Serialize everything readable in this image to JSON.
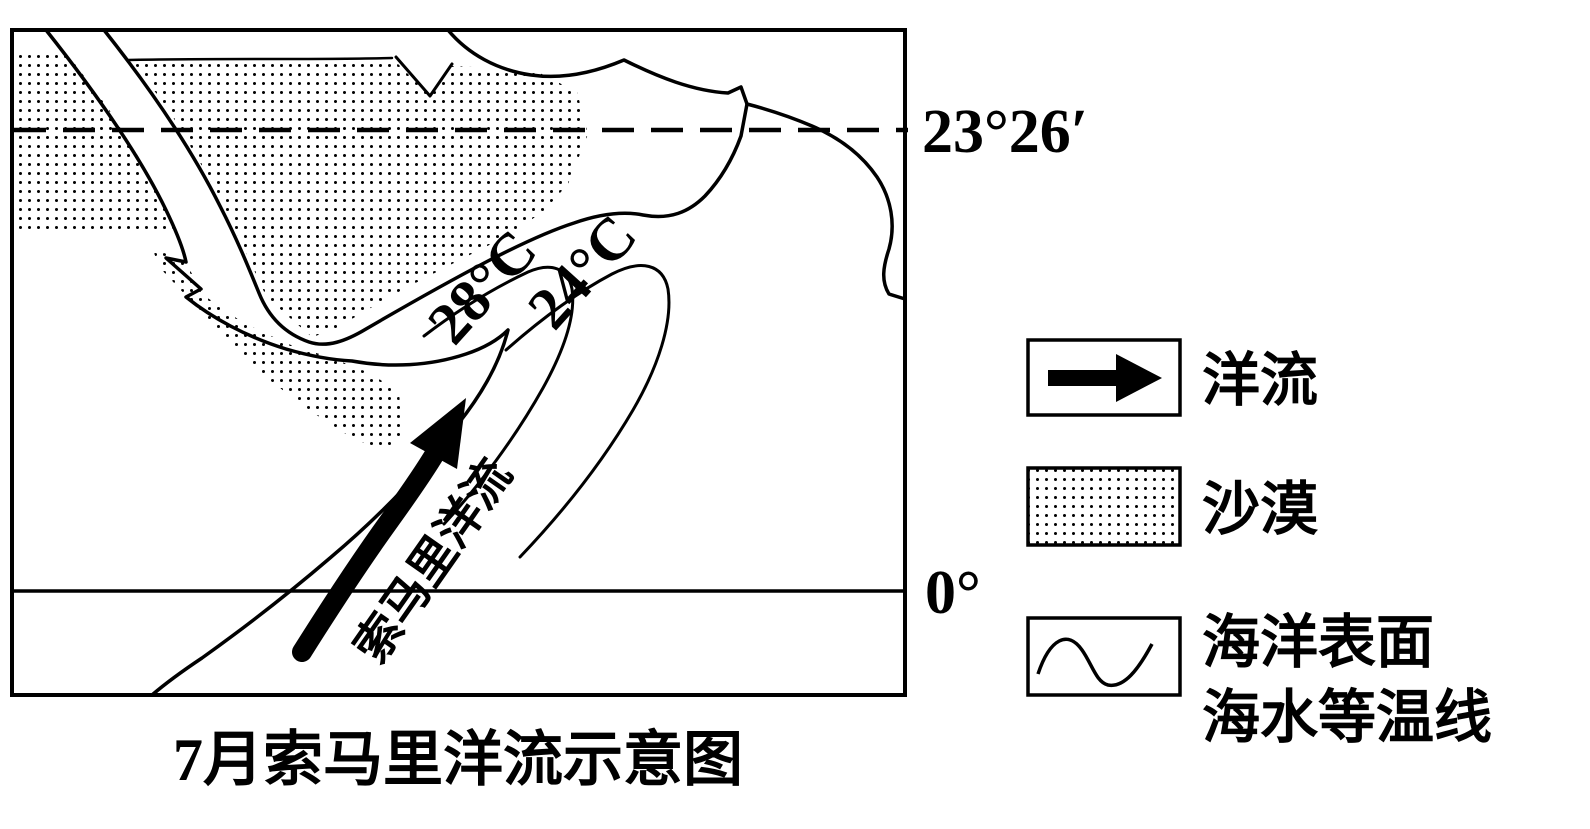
{
  "map": {
    "tropic_line_label": "23°26′",
    "equator_line_label": "0°",
    "isotherm_inner_label": "28°C",
    "isotherm_outer_label": "24°C",
    "current_name": "索马里洋流",
    "caption": "7月索马里洋流示意图"
  },
  "legend": {
    "current": {
      "icon": "current-arrow-icon",
      "label": "洋流"
    },
    "desert": {
      "icon": "desert-stipple-swatch",
      "label": "沙漠"
    },
    "isotherm": {
      "icon": "isotherm-wave-icon",
      "label_line1": "海洋表面",
      "label_line2": "海水等温线"
    }
  },
  "colors": {
    "ink": "#000000",
    "paper": "#ffffff"
  }
}
